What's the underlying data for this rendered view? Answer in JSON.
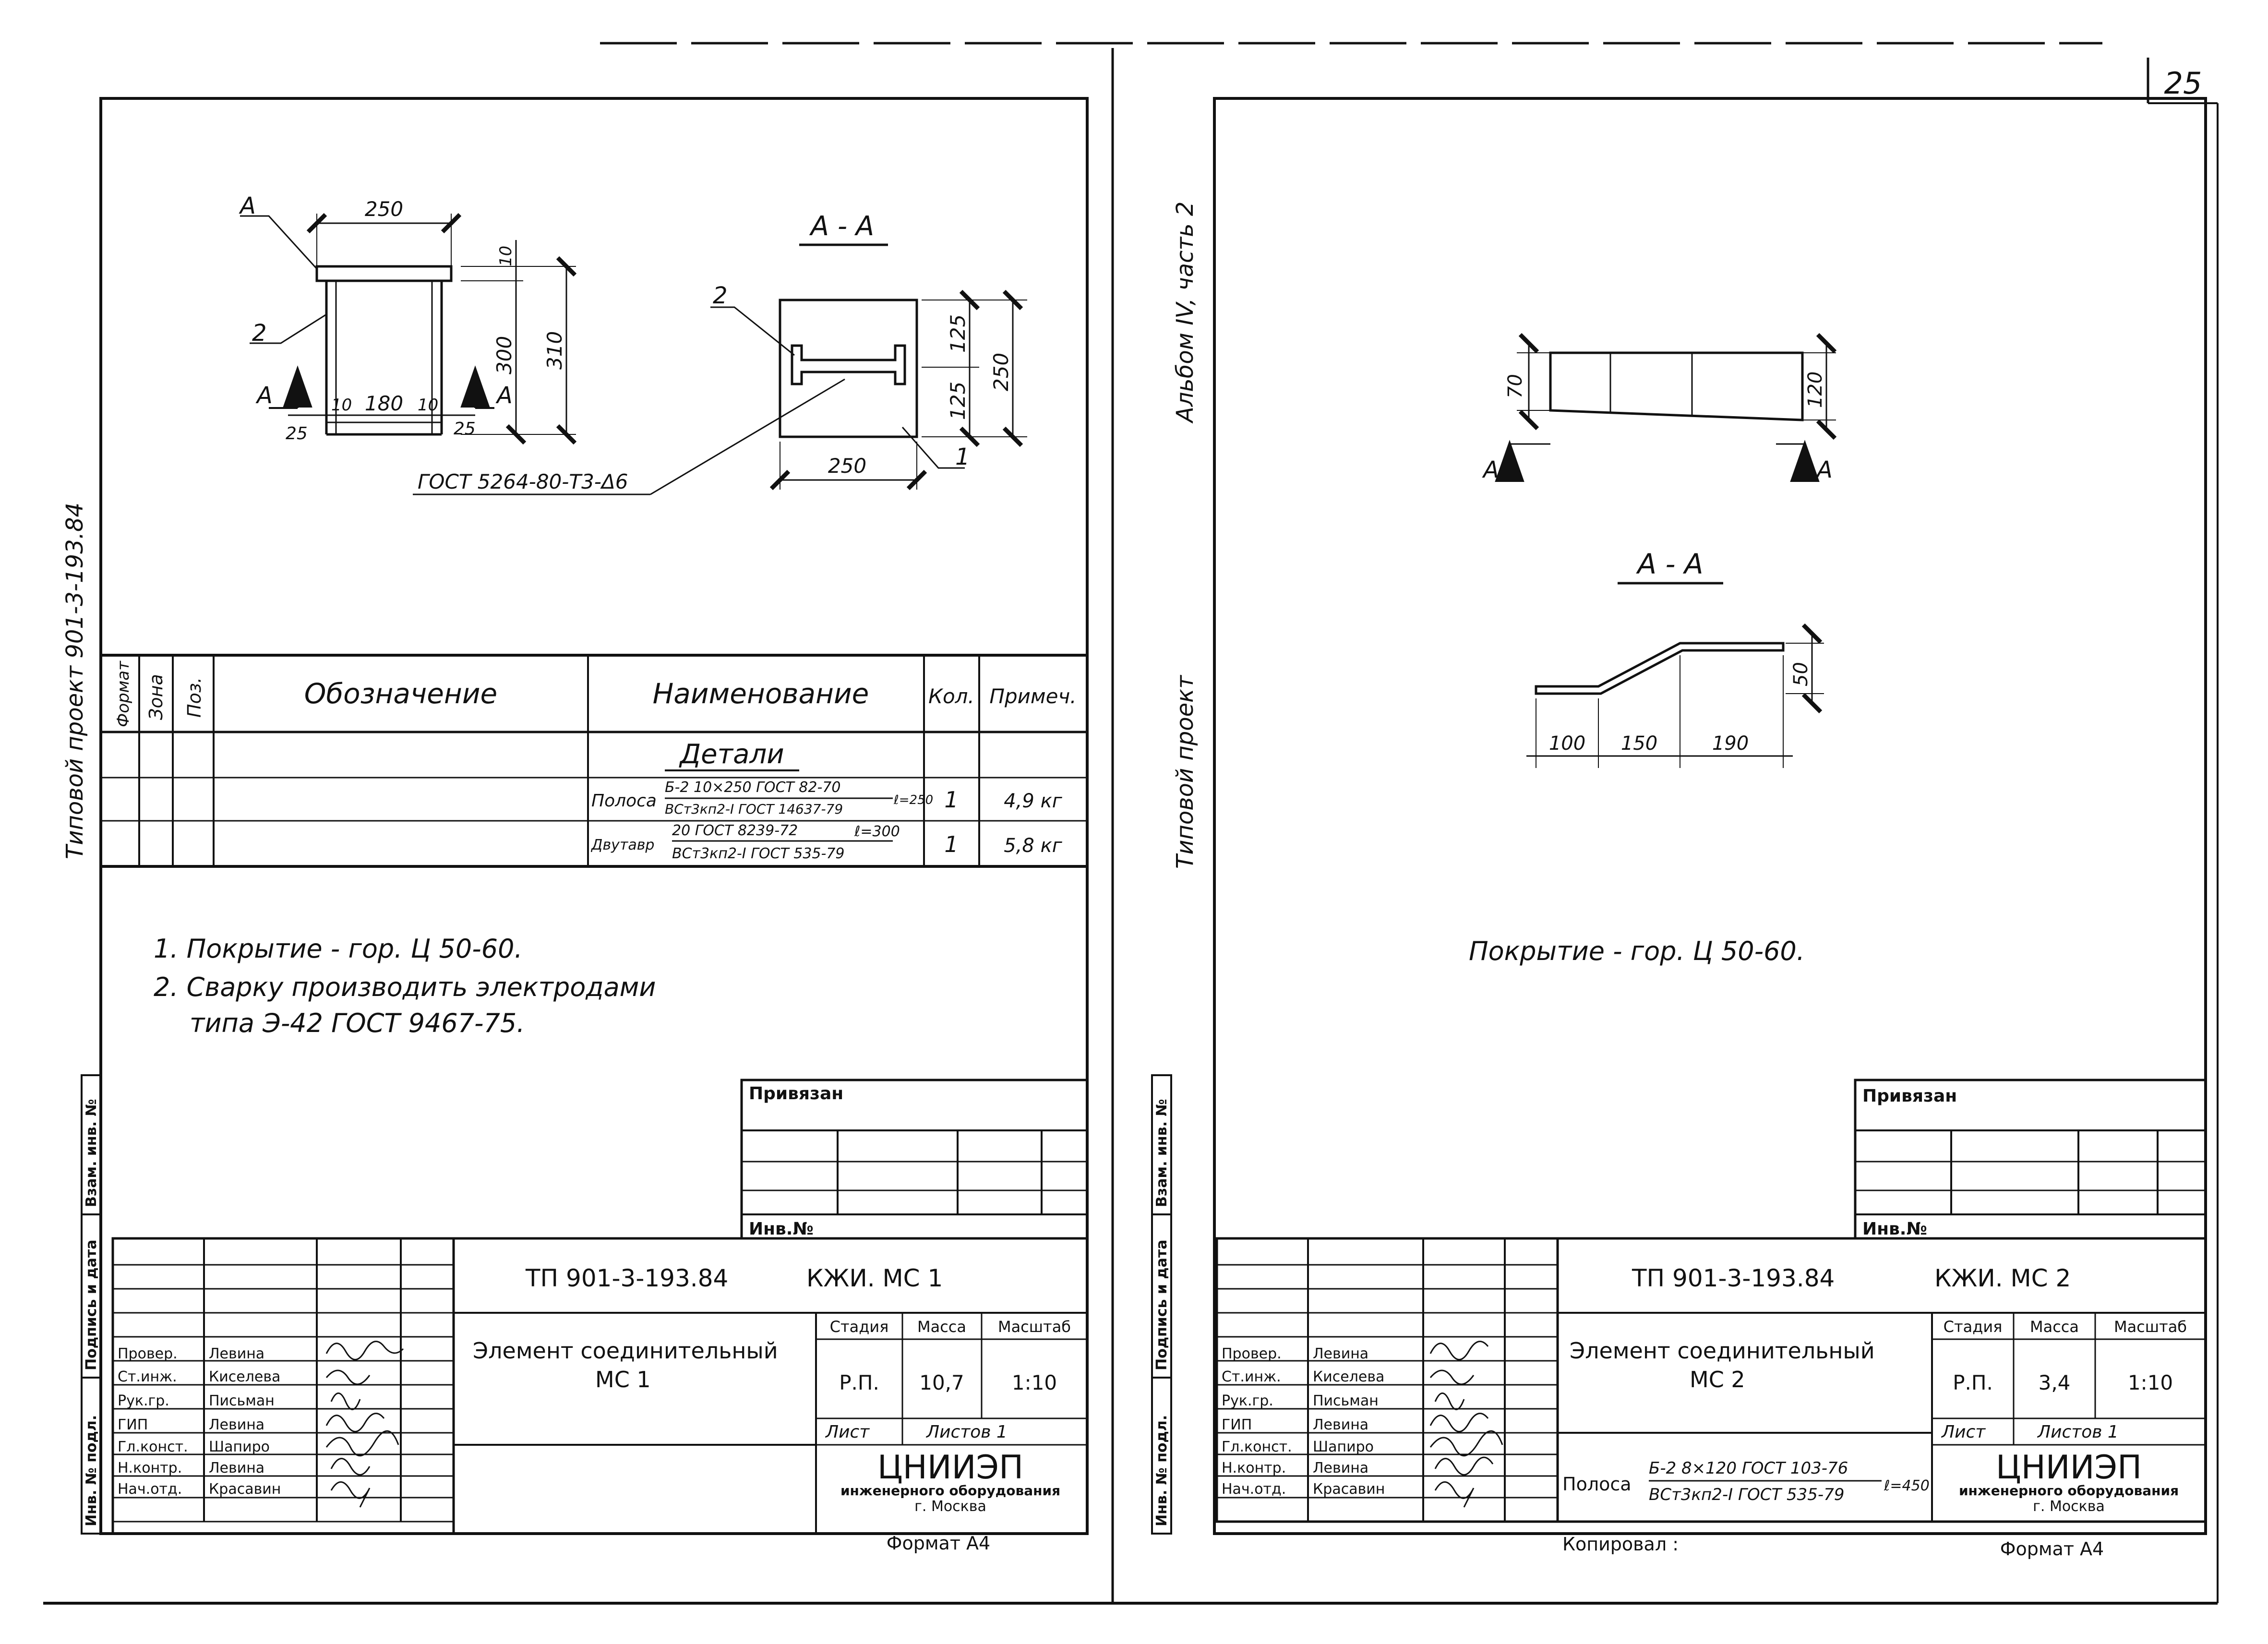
{
  "sheet_number": "25",
  "left_margin": {
    "text": "Типовой проект 901-3-193.84",
    "inv_podl": "Инв. № подл.",
    "podp_data": "Подпись и дата",
    "vzam_inv": "Взам. инв. №"
  },
  "right_margin": {
    "typical_project": "Типовой проект",
    "album": "Альбом IV, часть 2",
    "inv_podl": "Инв. № подл.",
    "podp_data": "Подпись и дата",
    "vzam_inv": "Взам. инв. №"
  },
  "left_sheet": {
    "drawing": {
      "label_a": "А",
      "label_1": "1",
      "label_2": "2",
      "label_2b": "2",
      "section_title": "А - А",
      "dim_250_top": "250",
      "dim_10_top": "10",
      "dim_300": "300",
      "dim_310": "310",
      "dim_10_left": "10",
      "dim_180": "180",
      "dim_10_right": "10",
      "dim_25_left": "25",
      "dim_25_right": "25",
      "arrow_a_left": "А",
      "arrow_a_right": "А",
      "gost_leader": "ГОСТ 5264-80-Т3-Δ6",
      "dim_125_top": "125",
      "dim_125_bottom": "125",
      "dim_250_right": "250",
      "dim_250_bottom": "250"
    },
    "spec": {
      "headers": {
        "format": "Формат",
        "zone": "Зона",
        "pos": "Поз.",
        "designation": "Обозначение",
        "name": "Наименование",
        "qty": "Кол.",
        "note": "Примеч."
      },
      "section": "Детали",
      "rows": [
        {
          "name_prefix": "Полоса",
          "name_top": "Б-2 10×250 ГОСТ 82-70",
          "name_bottom": "ВСт3кп2-I ГОСТ 14637-79",
          "length": "ℓ=250",
          "qty": "1",
          "note": "4,9 кг"
        },
        {
          "name_prefix": "Двутавр",
          "name_top": "20 ГОСТ 8239-72",
          "name_bottom": "ВСт3кп2-I ГОСТ 535-79",
          "length": "ℓ=300",
          "qty": "1",
          "note": "5,8 кг"
        }
      ]
    },
    "notes": [
      "1. Покрытие - гор. Ц 50-60.",
      "2. Сварку производить электродами",
      "типа Э-42   ГОСТ 9467-75."
    ],
    "privyazan": "Привязан",
    "inv_no": "Инв.№",
    "title_block": {
      "code": "ТП 901-3-193.84",
      "mark": "КЖИ. МС 1",
      "title_line1": "Элемент соединительный",
      "title_line2": "МС 1",
      "headers": {
        "stage": "Стадия",
        "mass": "Масса",
        "scale": "Масштаб"
      },
      "stage": "Р.П.",
      "mass": "10,7",
      "scale": "1:10",
      "sheet": "Лист",
      "sheets": "Листов 1",
      "org_name": "ЦНИИЭП",
      "org_line2": "инженерного оборудования",
      "org_line3": "г. Москва",
      "format": "Формат А4",
      "roles": [
        {
          "role": "Провер.",
          "name": "Левина"
        },
        {
          "role": "Ст.инж.",
          "name": "Киселева"
        },
        {
          "role": "Рук.гр.",
          "name": "Письман"
        },
        {
          "role": "ГИП",
          "name": "Левина"
        },
        {
          "role": "Гл.конст.",
          "name": "Шапиро"
        },
        {
          "role": "Н.контр.",
          "name": "Левина"
        },
        {
          "role": "Нач.отд.",
          "name": "Красавин"
        }
      ]
    }
  },
  "right_sheet": {
    "drawing": {
      "dim_70": "70",
      "dim_120": "120",
      "arrow_a_left": "А",
      "arrow_a_right": "А",
      "section_title": "А - А",
      "dim_50": "50",
      "dim_100": "100",
      "dim_150": "150",
      "dim_190": "190"
    },
    "coating": "Покрытие - гор. Ц 50-60.",
    "privyazan": "Привязан",
    "inv_no": "Инв.№",
    "title_block": {
      "code": "ТП 901-3-193.84",
      "mark": "КЖИ. МС 2",
      "title_line1": "Элемент соединительный",
      "title_line2": "МС 2",
      "material_prefix": "Полоса",
      "material_top": "Б-2 8×120 ГОСТ 103-76",
      "material_bottom": "ВСт3кп2-I ГОСТ 535-79",
      "material_length": "ℓ=450",
      "headers": {
        "stage": "Стадия",
        "mass": "Масса",
        "scale": "Масштаб"
      },
      "stage": "Р.П.",
      "mass": "3,4",
      "scale": "1:10",
      "sheet": "Лист",
      "sheets": "Листов 1",
      "org_name": "ЦНИИЭП",
      "org_line2": "инженерного оборудования",
      "org_line3": "г. Москва",
      "format": "Формат А4",
      "copied": "Копировал :",
      "roles": [
        {
          "role": "Провер.",
          "name": "Левина"
        },
        {
          "role": "Ст.инж.",
          "name": "Киселева"
        },
        {
          "role": "Рук.гр.",
          "name": "Письман"
        },
        {
          "role": "ГИП",
          "name": "Левина"
        },
        {
          "role": "Гл.конст.",
          "name": "Шапиро"
        },
        {
          "role": "Н.контр.",
          "name": "Левина"
        },
        {
          "role": "Нач.отд.",
          "name": "Красавин"
        }
      ]
    }
  }
}
